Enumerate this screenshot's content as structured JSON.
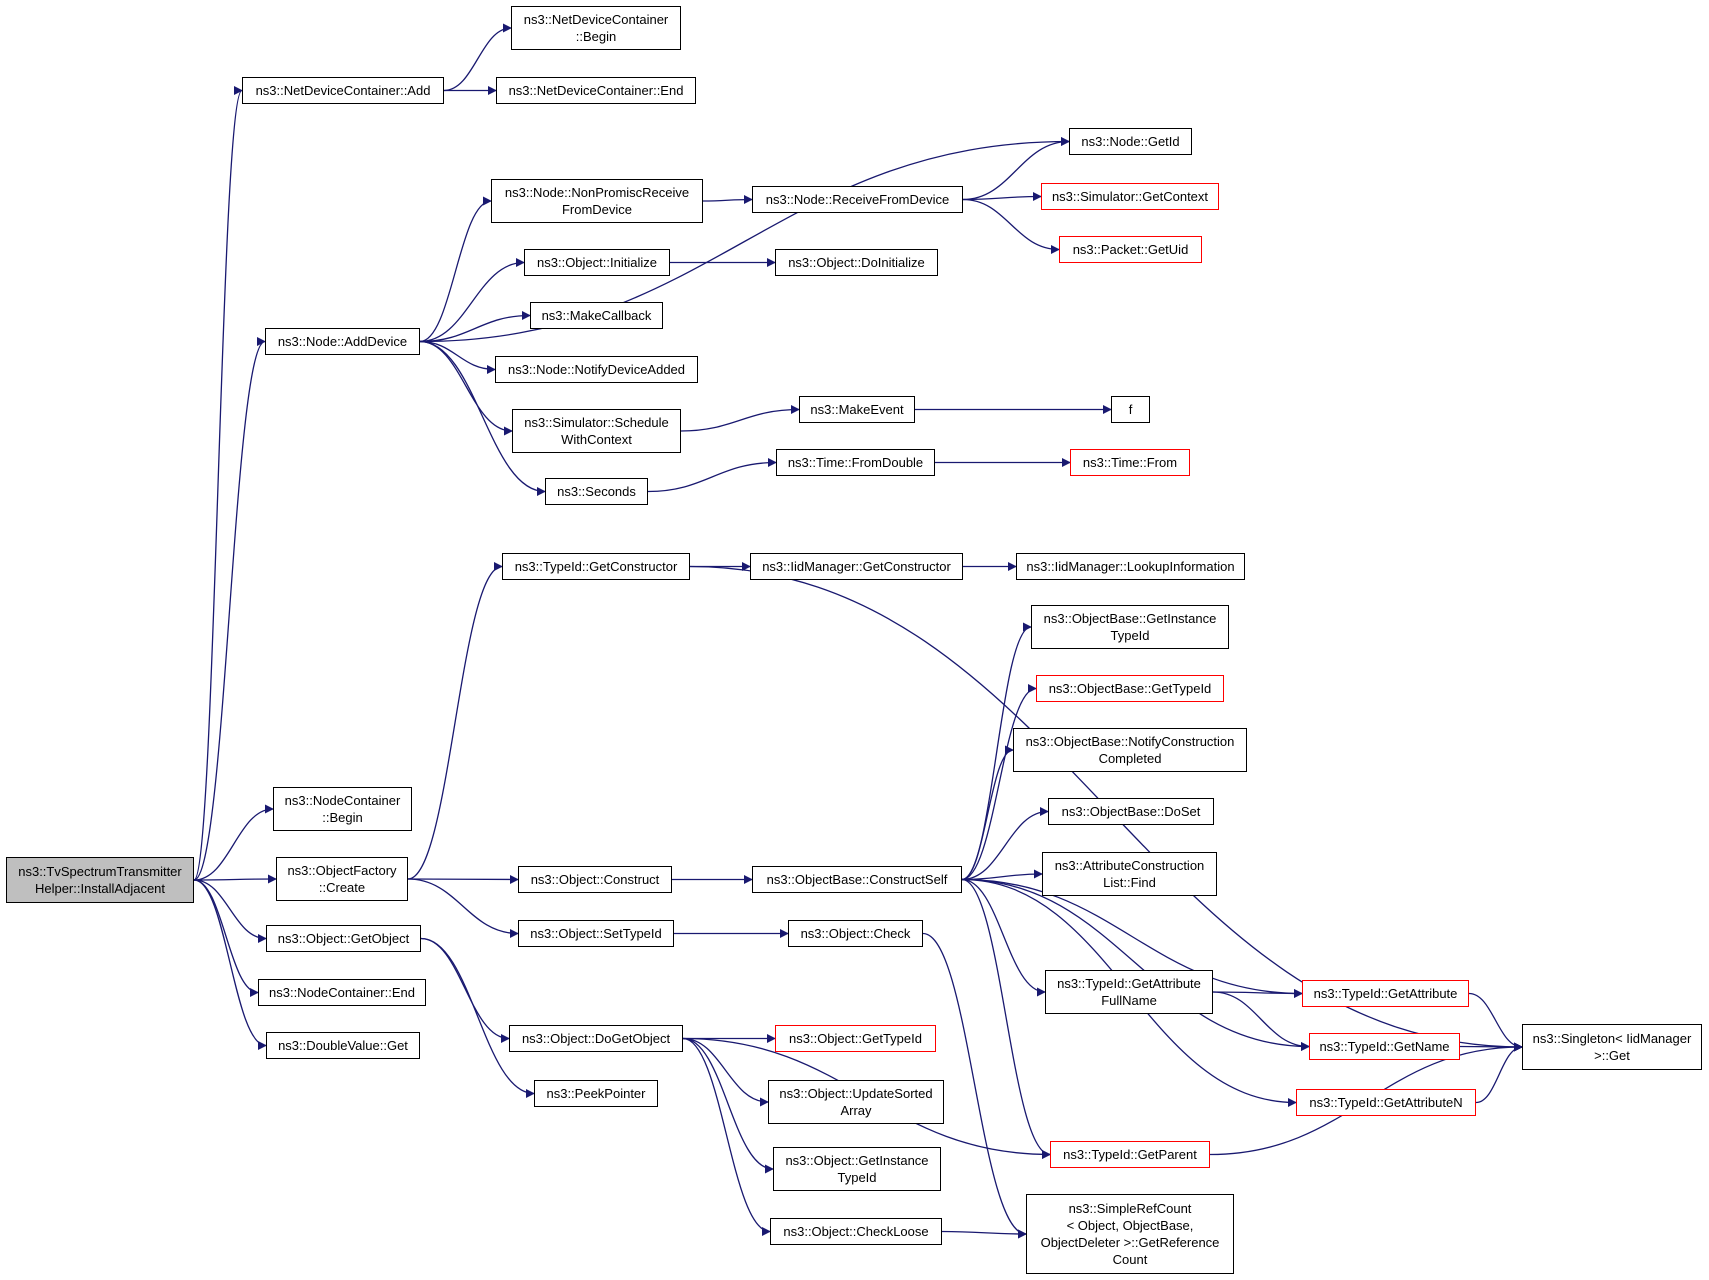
{
  "graph": {
    "edge_color": "#191970",
    "root_fill": "#bfbfbf",
    "truncated_border_color": "#ff0000",
    "nodes": {
      "root": [
        "ns3::TvSpectrumTransmitter",
        "Helper::InstallAdjacent"
      ],
      "ndc_add": [
        "ns3::NetDeviceContainer::Add"
      ],
      "ndc_begin": [
        "ns3::NetDeviceContainer",
        "::Begin"
      ],
      "ndc_end": [
        "ns3::NetDeviceContainer::End"
      ],
      "node_getid": [
        "ns3::Node::GetId"
      ],
      "node_nonpromisc": [
        "ns3::Node::NonPromiscReceive",
        "FromDevice"
      ],
      "node_receive": [
        "ns3::Node::ReceiveFromDevice"
      ],
      "sim_getcontext": [
        "ns3::Simulator::GetContext"
      ],
      "packet_getuid": [
        "ns3::Packet::GetUid"
      ],
      "obj_initialize": [
        "ns3::Object::Initialize"
      ],
      "obj_doinitialize": [
        "ns3::Object::DoInitialize"
      ],
      "node_adddevice": [
        "ns3::Node::AddDevice"
      ],
      "makecallback": [
        "ns3::MakeCallback"
      ],
      "node_notify": [
        "ns3::Node::NotifyDeviceAdded"
      ],
      "sim_schedule": [
        "ns3::Simulator::Schedule",
        "WithContext"
      ],
      "makeevent": [
        "ns3::MakeEvent"
      ],
      "f": [
        "f"
      ],
      "seconds": [
        "ns3::Seconds"
      ],
      "time_fromdouble": [
        "ns3::Time::FromDouble"
      ],
      "time_from": [
        "ns3::Time::From"
      ],
      "typeid_getconstructor": [
        "ns3::TypeId::GetConstructor"
      ],
      "iid_getconstructor": [
        "ns3::IidManager::GetConstructor"
      ],
      "iid_lookup": [
        "ns3::IidManager::LookupInformation"
      ],
      "ob_getinstancetypeid": [
        "ns3::ObjectBase::GetInstance",
        "TypeId"
      ],
      "ob_gettypeid": [
        "ns3::ObjectBase::GetTypeId"
      ],
      "ob_notify": [
        "ns3::ObjectBase::NotifyConstruction",
        "Completed"
      ],
      "ob_doset": [
        "ns3::ObjectBase::DoSet"
      ],
      "nc_begin": [
        "ns3::NodeContainer",
        "::Begin"
      ],
      "of_create": [
        "ns3::ObjectFactory",
        "::Create"
      ],
      "obj_construct": [
        "ns3::Object::Construct"
      ],
      "ob_constructself": [
        "ns3::ObjectBase::ConstructSelf"
      ],
      "acl_find": [
        "ns3::AttributeConstruction",
        "List::Find"
      ],
      "obj_getobject": [
        "ns3::Object::GetObject"
      ],
      "obj_settypeid": [
        "ns3::Object::SetTypeId"
      ],
      "obj_check": [
        "ns3::Object::Check"
      ],
      "nc_end": [
        "ns3::NodeContainer::End"
      ],
      "typeid_getattrfullname": [
        "ns3::TypeId::GetAttribute",
        "FullName"
      ],
      "typeid_getattribute": [
        "ns3::TypeId::GetAttribute"
      ],
      "dv_get": [
        "ns3::DoubleValue::Get"
      ],
      "obj_dogetobject": [
        "ns3::Object::DoGetObject"
      ],
      "obj_gettypeid": [
        "ns3::Object::GetTypeId"
      ],
      "singleton_get": [
        "ns3::Singleton< IidManager",
        " >::Get"
      ],
      "typeid_getname": [
        "ns3::TypeId::GetName"
      ],
      "peekpointer": [
        "ns3::PeekPointer"
      ],
      "obj_updatesorted": [
        "ns3::Object::UpdateSorted",
        "Array"
      ],
      "typeid_getattributen": [
        "ns3::TypeId::GetAttributeN"
      ],
      "typeid_getparent": [
        "ns3::TypeId::GetParent"
      ],
      "obj_getinstancetypeid": [
        "ns3::Object::GetInstance",
        "TypeId"
      ],
      "obj_checkloose": [
        "ns3::Object::CheckLoose"
      ],
      "simplerefcount": [
        "ns3::SimpleRefCount",
        "< Object, ObjectBase,",
        " ObjectDeleter >::GetReference",
        "Count"
      ]
    }
  }
}
